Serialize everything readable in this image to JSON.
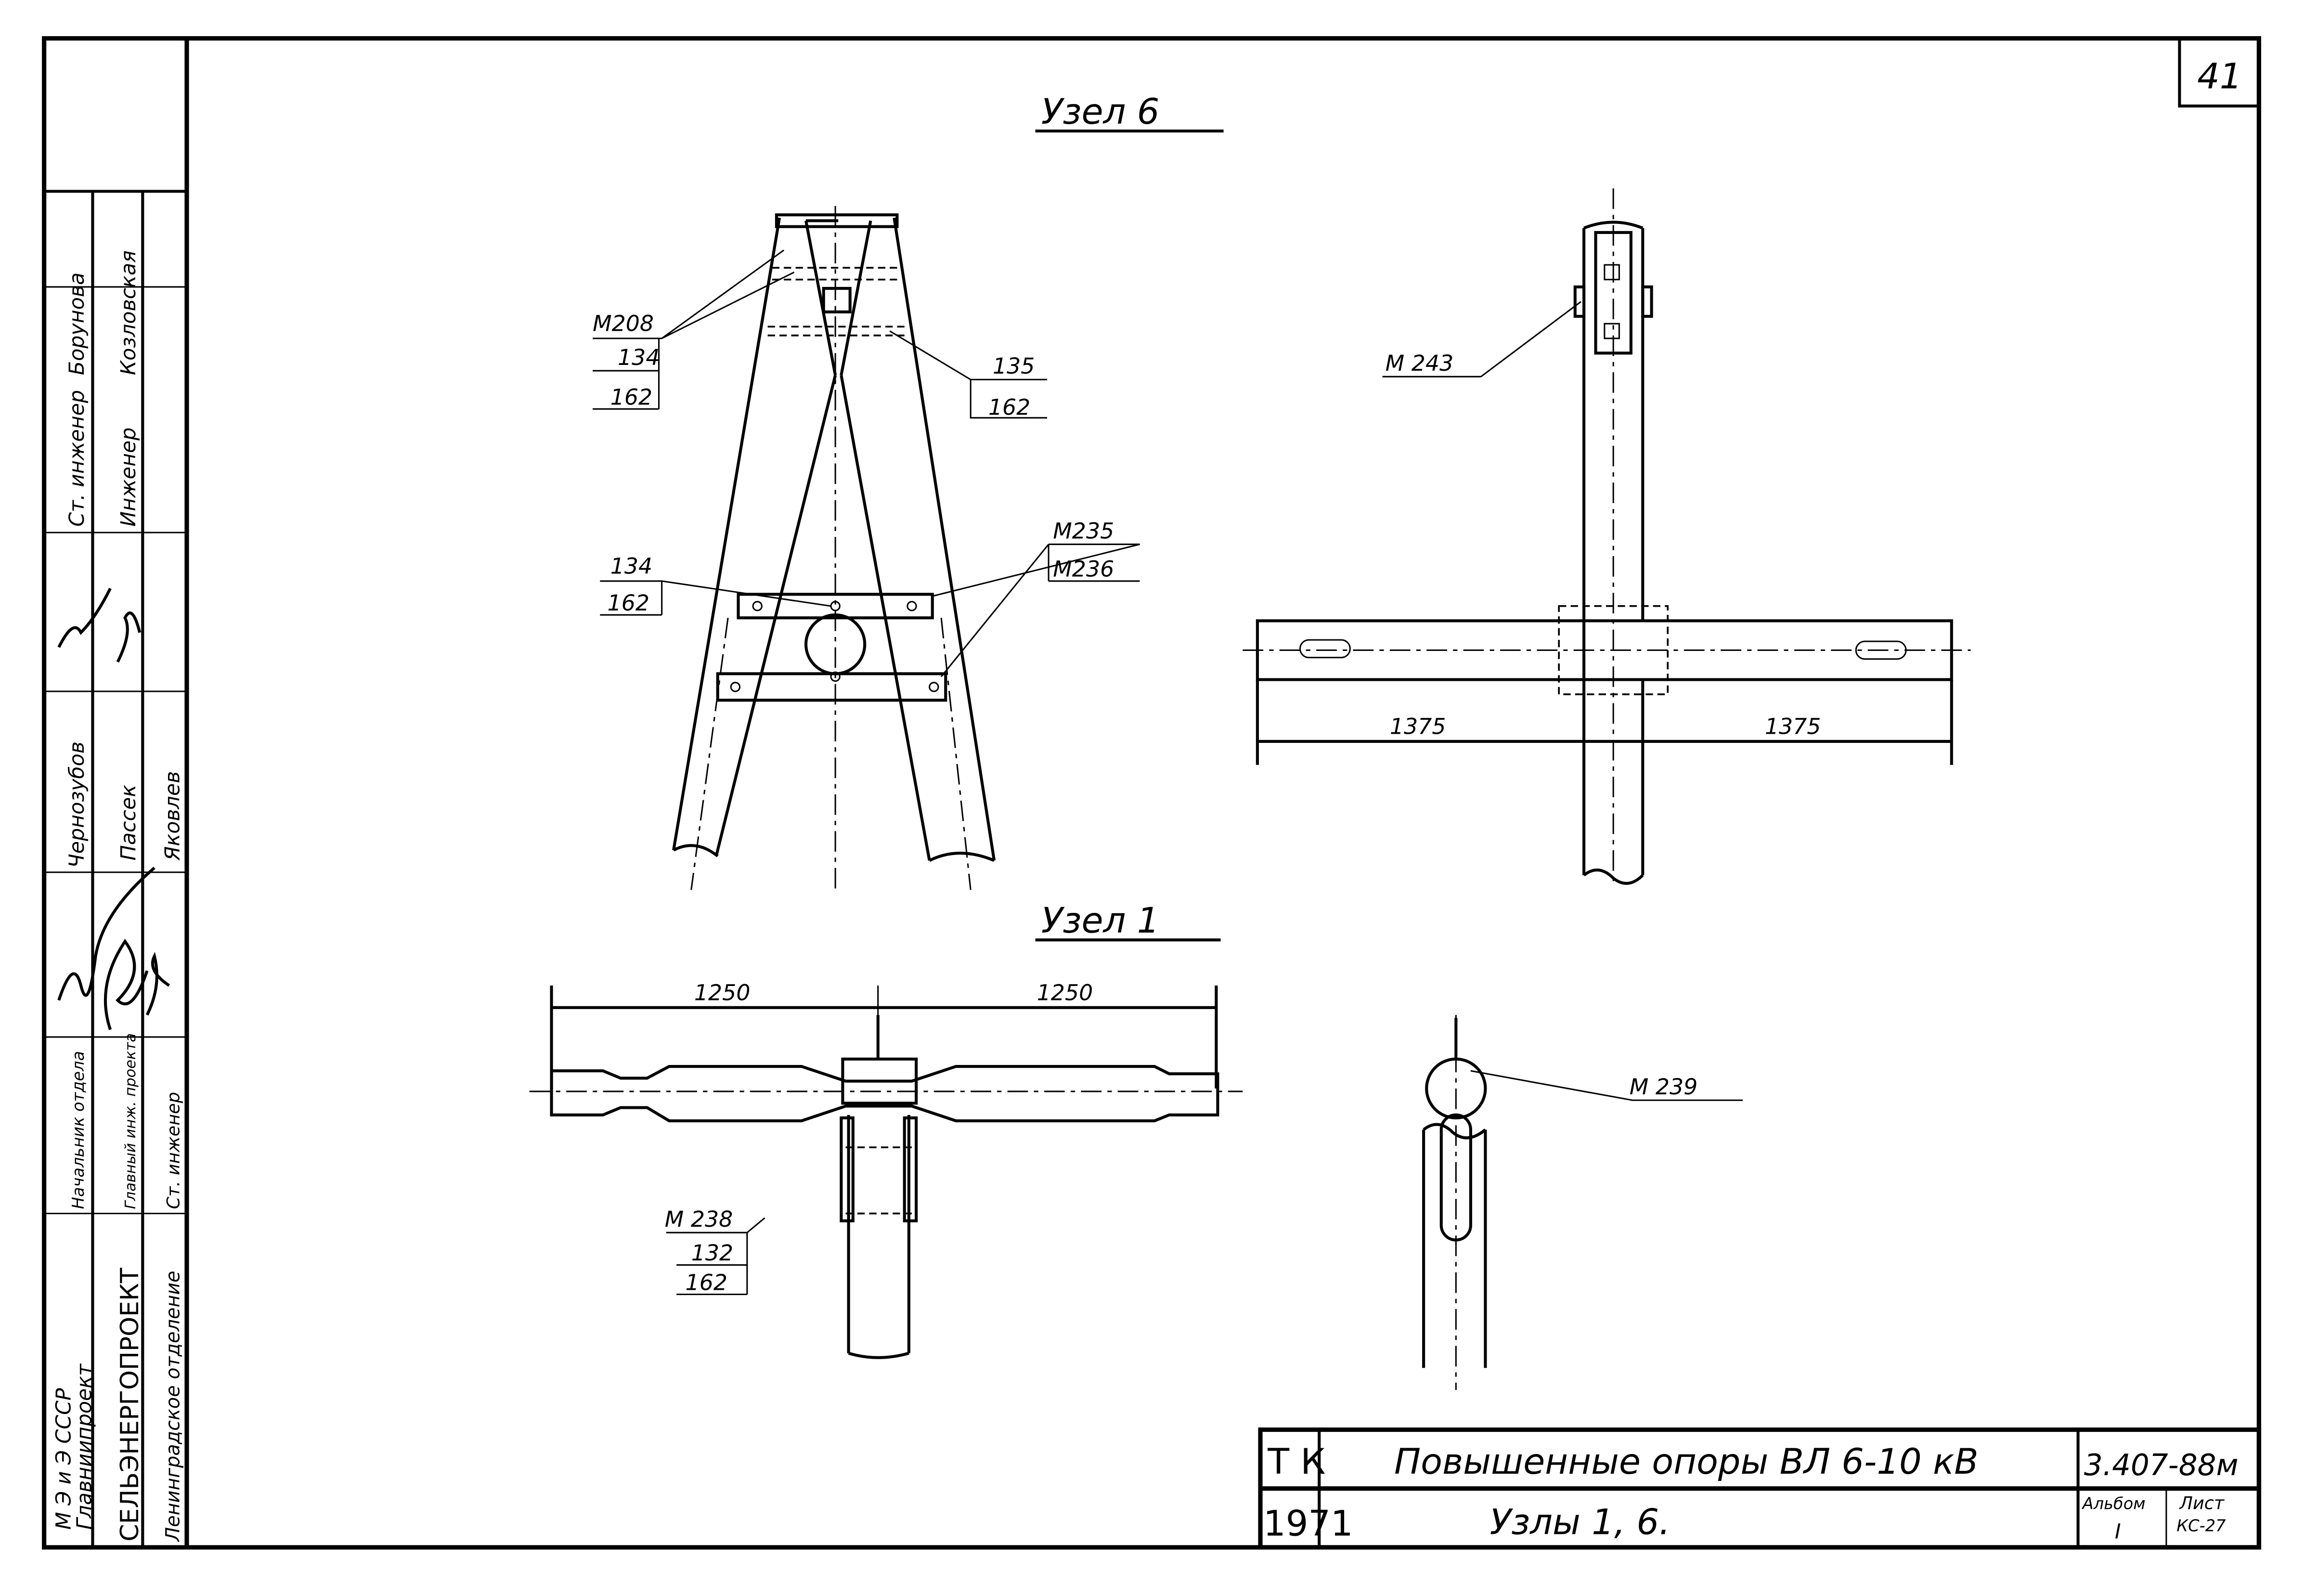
{
  "sheet_number": "41",
  "views": {
    "node6_title": "Узел 6",
    "node1_title": "Узел 1",
    "node6_labels": {
      "m208": "М208",
      "n134a": "134",
      "n162a": "162",
      "n135": "135",
      "n162b": "162",
      "m235": "М235",
      "m236": "М236",
      "n134b": "134",
      "n162c": "162",
      "m243": "М 243",
      "dim_left": "1375",
      "dim_right": "1375"
    },
    "node1_labels": {
      "dim_left": "1250",
      "dim_right": "1250",
      "m238": "М 238",
      "n132": "132",
      "n162": "162",
      "m239": "М 239"
    }
  },
  "title_block": {
    "code": "Т К",
    "year": "1971",
    "title": "Повышенные опоры ВЛ 6-10 кВ",
    "subtitle": "Узлы 1, 6.",
    "designation": "3.407-88м",
    "album_label": "Альбом",
    "album_value": "I",
    "sheet_label": "Лист",
    "sheet_value": "КС-27"
  },
  "side_stamp": {
    "org_line1": "М Э и Э СССР",
    "org_line2": "Главниипроект",
    "org_name": "СЕЛЬЭНЕРГОПРОЕКТ",
    "org_dept": "Ленинградское отделение",
    "roles": [
      {
        "role": "Начальник отдела",
        "name": "Чернозубов"
      },
      {
        "role": "Главный инж. проекта",
        "name": "Пассек"
      },
      {
        "role": "Ст. инженер",
        "name": "Яковлев"
      }
    ],
    "roles2": [
      {
        "role": "Ст. инженер",
        "name": "Борунова"
      },
      {
        "role": "Инженер",
        "name": "Козловская"
      }
    ]
  }
}
